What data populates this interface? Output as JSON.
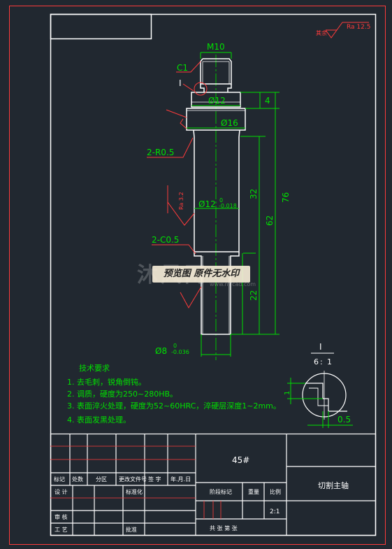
{
  "dimensions": {
    "m10": "M10",
    "c1": "C1",
    "view_mark": "I",
    "d12": "Ø12",
    "d16": "Ø16",
    "r05": "2-R0.5",
    "d12_tol": "Ø12",
    "d12_tol_upper": "0",
    "d12_tol_lower": "-0.018",
    "c05": "2-C0.5",
    "d8": "Ø8",
    "d8_tol_upper": "0",
    "d8_tol_lower": "-0.036",
    "len4": "4",
    "len76": "76",
    "len62": "62",
    "len32": "32",
    "len22": "22",
    "ra32": "Ra 3.2",
    "detail_len1": "1",
    "detail_len05": "0.5"
  },
  "roughness": {
    "rest": "其余",
    "ra": "Ra 12.5"
  },
  "detail": {
    "title": "I",
    "scale_left": "6",
    "scale_right": "1"
  },
  "tech_notes": {
    "title": "技术要求",
    "items": [
      "1. 去毛刺，锐角倒钝。",
      "2. 调质，硬度为250~280HB。",
      "3. 表面淬火处理，硬度为52~60HRC，淬硬层深度1~2mm。",
      "4. 表面发黑处理。"
    ]
  },
  "title_block": {
    "material": "45#",
    "part_name": "切割主轴",
    "labels_row1": [
      "标记",
      "处数",
      "分区",
      "更改文件号",
      "签 字",
      "年.月.日"
    ],
    "design": "设 计",
    "standard": "标准化",
    "stage_mark": "阶段标记",
    "weight": "重量",
    "scale_label": "比例",
    "scale_value": "2:1",
    "review": "审 核",
    "process": "工 艺",
    "approve": "批准",
    "sheets": "共    张  第    张"
  },
  "watermark": {
    "text": "预览图 原件无水印",
    "brand": "沐风网",
    "url": "www.mfcad.com"
  },
  "colors": {
    "background": "#212830",
    "frame": "#ffffff",
    "outer_frame": "#ff3b3b",
    "dimension": "#00e000",
    "leader": "#ff3b3b",
    "centerline": "#00c000",
    "title_lines": "#ff3b3b"
  }
}
